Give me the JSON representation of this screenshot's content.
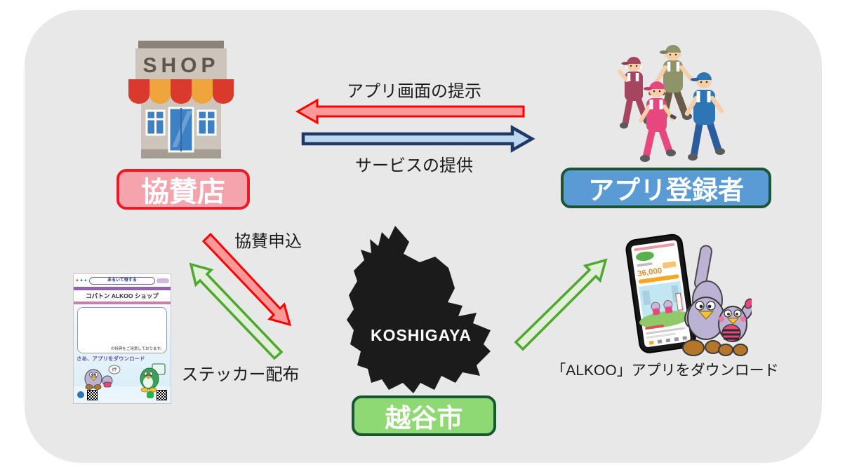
{
  "canvas": {
    "bg": "#E8E8E8",
    "page_bg": "#FFFFFF"
  },
  "nodes": {
    "shop": {
      "sign": "SHOP",
      "label": "協賛店",
      "label_bg": "#F5A3AC",
      "label_border": "#ED1C24"
    },
    "users": {
      "label": "アプリ登録者",
      "label_bg": "#5B9BD5",
      "label_border": "#1A5632"
    },
    "city": {
      "label": "越谷市",
      "map_text": "KOSHIGAYA",
      "label_bg": "#8ED973",
      "label_border": "#1A5632",
      "map_fill": "#1B1B1B"
    }
  },
  "arrows": {
    "present": {
      "label": "アプリ画面の提示",
      "fill": "#FF9999",
      "stroke": "#FF0000",
      "direction": "right-to-left"
    },
    "service": {
      "label": "サービスの提供",
      "fill": "#BDD7EE",
      "stroke": "#1F3864",
      "direction": "left-to-right"
    },
    "apply": {
      "label": "協賛申込",
      "fill": "#FF9999",
      "stroke": "#FF0000",
      "direction": "shop-to-city"
    },
    "sticker": {
      "label": "ステッカー配布",
      "fill": "#E2EFDA",
      "stroke": "#4EA72E",
      "direction": "city-to-shop"
    },
    "download": {
      "label": "「ALKOO」アプリをダウンロード",
      "fill": "#E2EFDA",
      "stroke": "#4EA72E",
      "direction": "city-to-app"
    }
  },
  "sticker_card": {
    "badge": "あるいて得する",
    "title": "コパトン ALKOO ショップ",
    "note": "の特典をご用意しております。",
    "cta": "さあ、アプリをダウンロード",
    "bubble": "!?"
  },
  "phone": {
    "steps": "36,000"
  }
}
